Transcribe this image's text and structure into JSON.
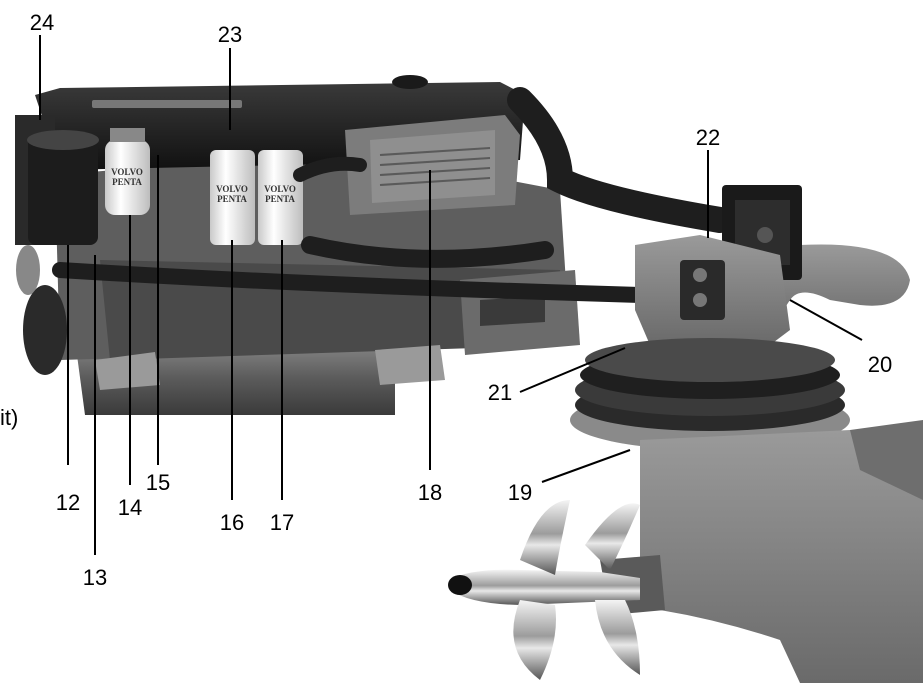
{
  "callouts": {
    "c12": "12",
    "c13": "13",
    "c14": "14",
    "c15": "15",
    "c16": "16",
    "c17": "17",
    "c18": "18",
    "c19": "19",
    "c20": "20",
    "c21": "21",
    "c22": "22",
    "c23": "23",
    "c24": "24",
    "cut_text": "it)"
  },
  "brand": {
    "line1": "VOLVO",
    "line2": "PENTA"
  }
}
